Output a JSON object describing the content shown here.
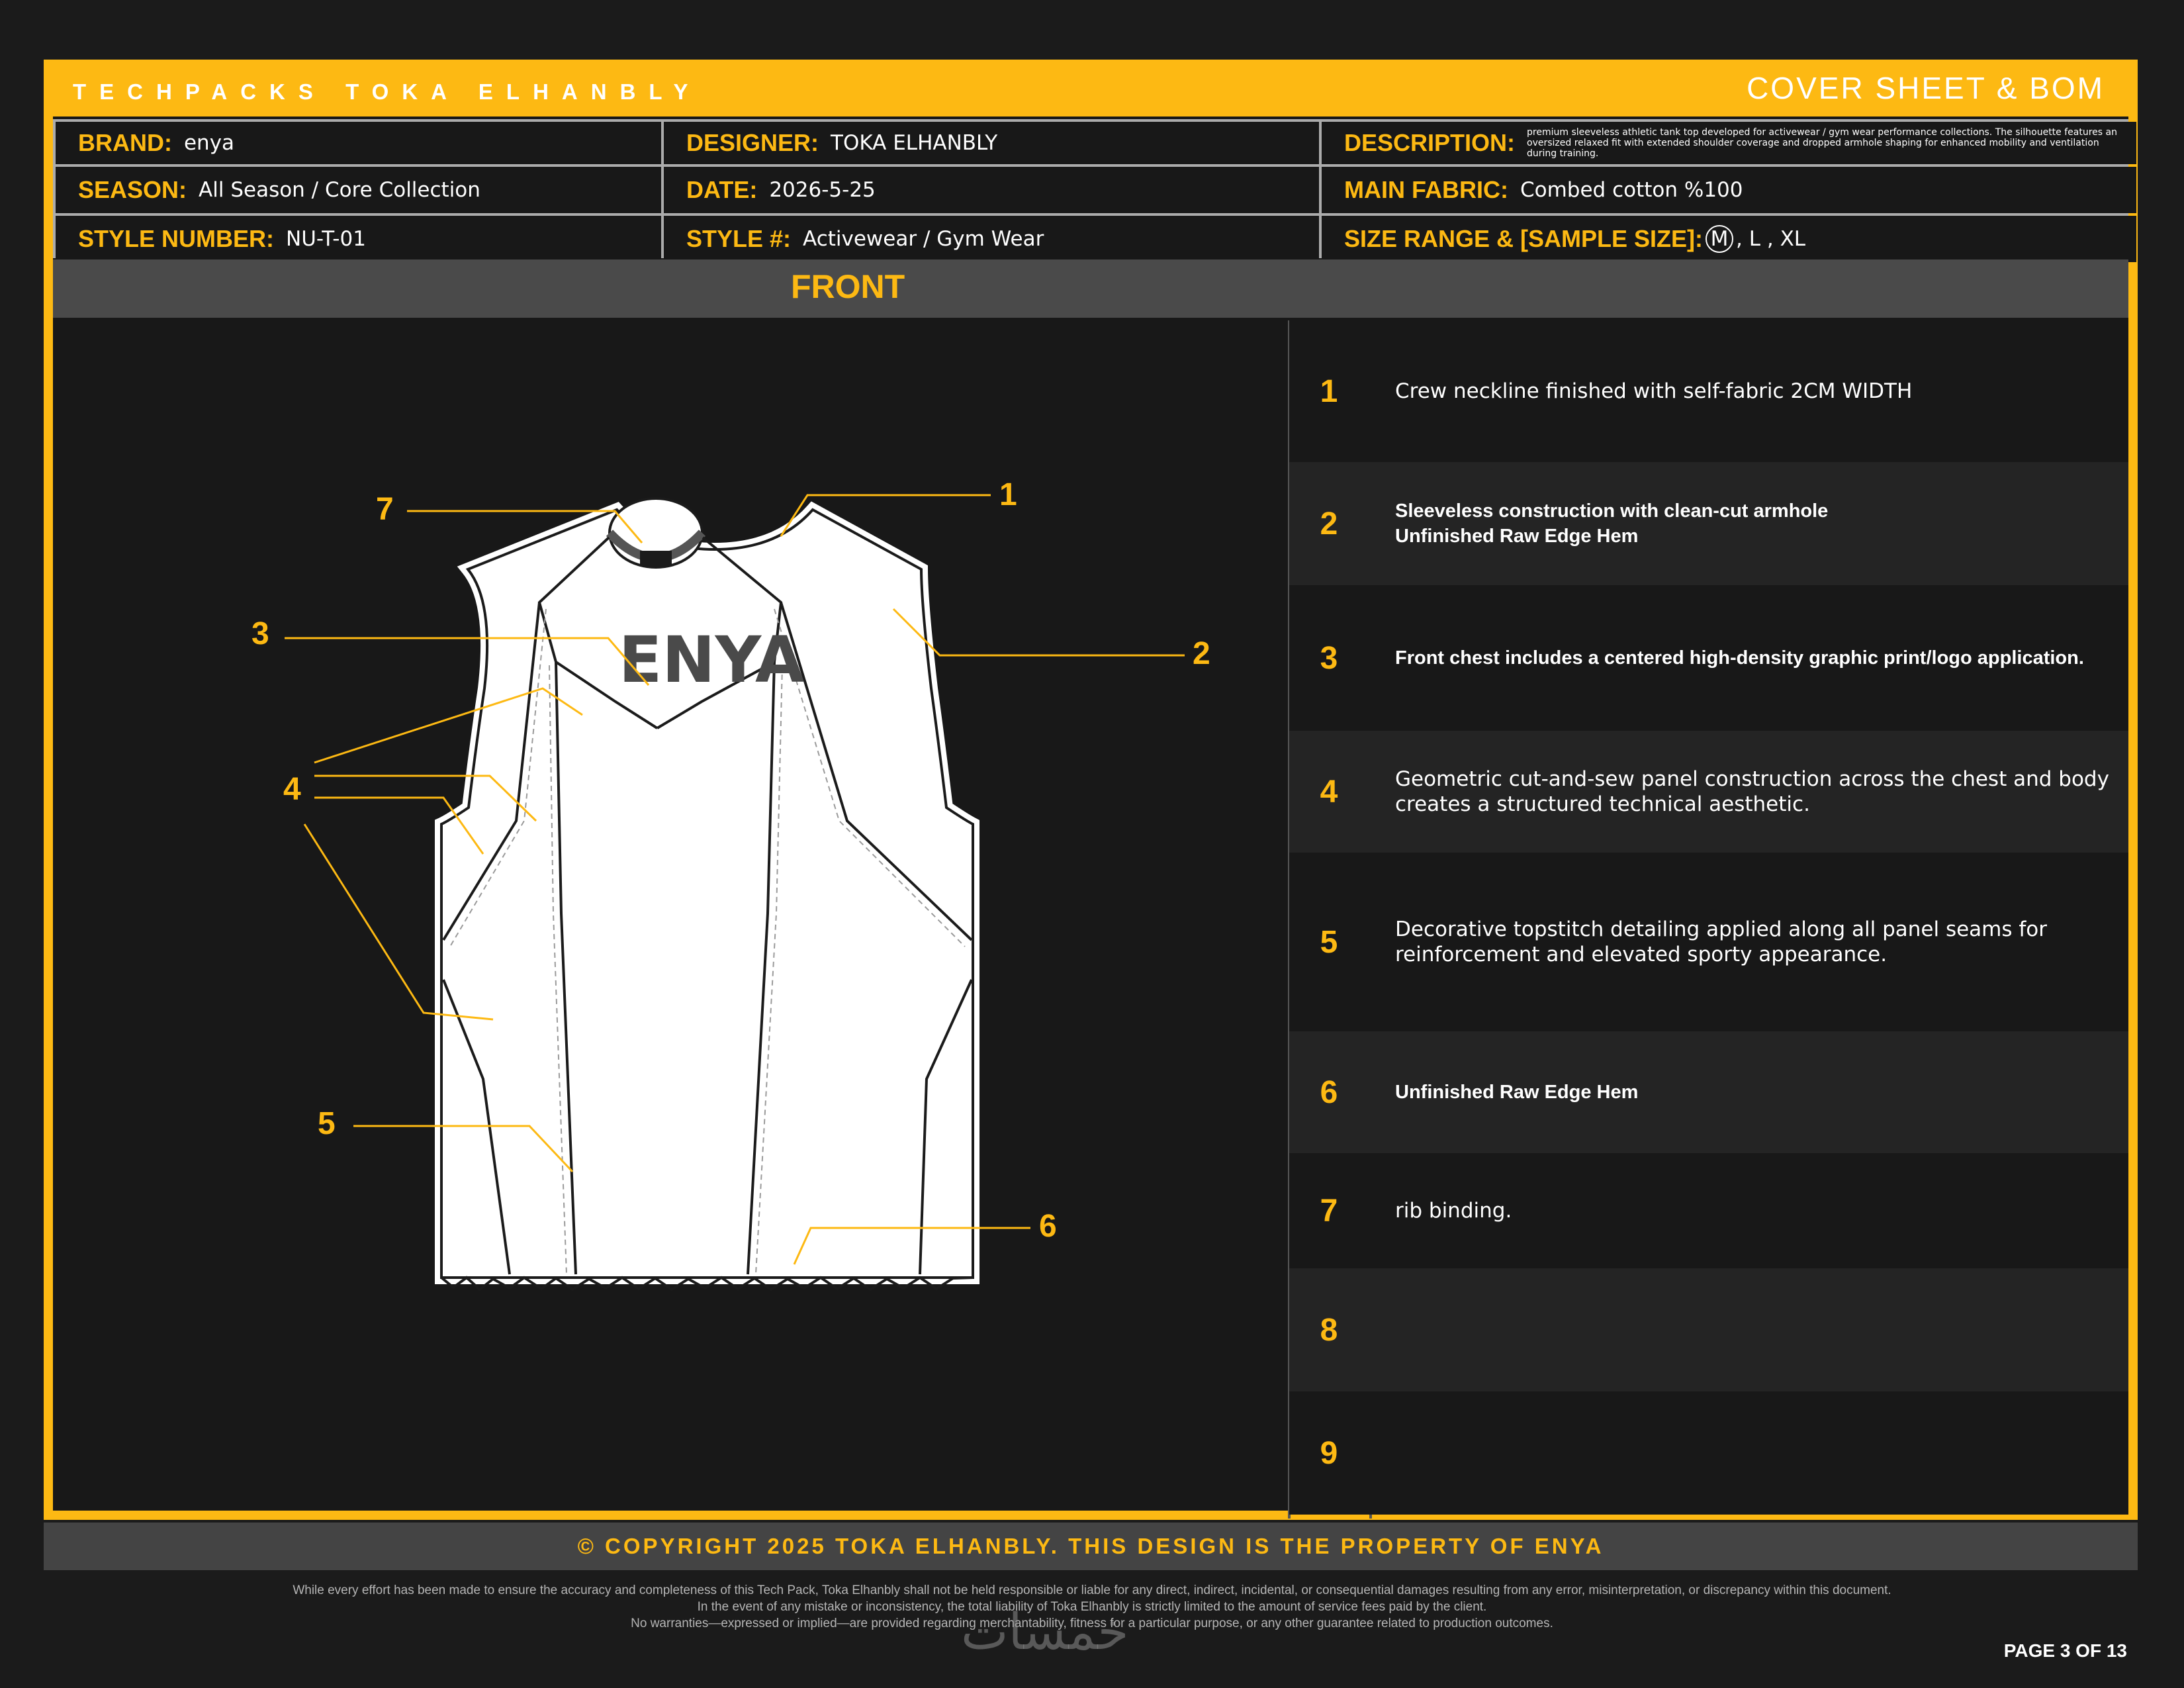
{
  "header": {
    "brand_strip": "TECHPACKS TOKA ELHANBLY",
    "sheet_title": "COVER SHEET & BOM"
  },
  "info": {
    "brand_label": "BRAND:",
    "brand_value": "enya",
    "designer_label": "DESIGNER:",
    "designer_value": "TOKA ELHANBLY",
    "description_label": "DESCRIPTION:",
    "description_value": "premium sleeveless athletic tank top developed for activewear / gym wear performance collections. The silhouette features an oversized relaxed fit with extended shoulder coverage and dropped armhole shaping for enhanced mobility and ventilation during training.",
    "season_label": "SEASON:",
    "season_value": "All Season / Core Collection",
    "date_label": "DATE:",
    "date_value": "2026-5-25",
    "main_fabric_label": "MAIN FABRIC:",
    "main_fabric_value": "Combed cotton %100",
    "style_number_label": "STYLE NUMBER:",
    "style_number_value": "NU-T-01",
    "style_label": "STYLE #:",
    "style_value": "Activewear / Gym Wear",
    "size_label": "SIZE RANGE & [SAMPLE SIZE]:",
    "size_sample": "M",
    "size_rest": ", L , XL"
  },
  "view_title": "FRONT",
  "logo_text": "ENYA",
  "callouts": [
    "1",
    "2",
    "3",
    "4",
    "5",
    "6",
    "7"
  ],
  "notes": [
    {
      "num": "1",
      "text": "Crew neckline finished with self-fabric  2CM WIDTH"
    },
    {
      "num": "2",
      "text": "Sleeveless construction with clean-cut armhole\nUnfinished Raw Edge Hem"
    },
    {
      "num": "3",
      "text": "Front chest includes a centered high-density graphic print/logo application."
    },
    {
      "num": "4",
      "text": "Geometric cut-and-sew panel construction across the chest and body creates a structured technical aesthetic."
    },
    {
      "num": "5",
      "text": "Decorative topstitch detailing applied along all panel seams for reinforcement and elevated sporty appearance."
    },
    {
      "num": "6",
      "text": "Unfinished Raw Edge Hem"
    },
    {
      "num": "7",
      "text": "rib binding."
    },
    {
      "num": "8",
      "text": ""
    },
    {
      "num": "9",
      "text": ""
    }
  ],
  "footer": {
    "copyright": "© COPYRIGHT 2025 TOKA ELHANBLY.  THIS DESIGN IS THE PROPERTY OF ENYA",
    "disclaimer_1": "While every effort has been made to ensure the accuracy and completeness of this Tech Pack, Toka Elhanbly shall not be held responsible or liable for any direct, indirect, incidental, or consequential damages resulting from any error, misinterpretation, or discrepancy within this document.",
    "disclaimer_2": "In the event of any mistake or inconsistency, the total liability of Toka Elhanbly is strictly limited to the amount of service fees paid by the client.",
    "disclaimer_3": "No warranties—expressed or implied—are provided regarding merchantability, fitness for a particular purpose, or any other guarantee related to production outcomes.",
    "page": "PAGE 3 OF 13",
    "watermark": "خمسات"
  },
  "colors": {
    "accent": "#fdb913",
    "background": "#181818",
    "header_gray": "#4a4a4a"
  }
}
